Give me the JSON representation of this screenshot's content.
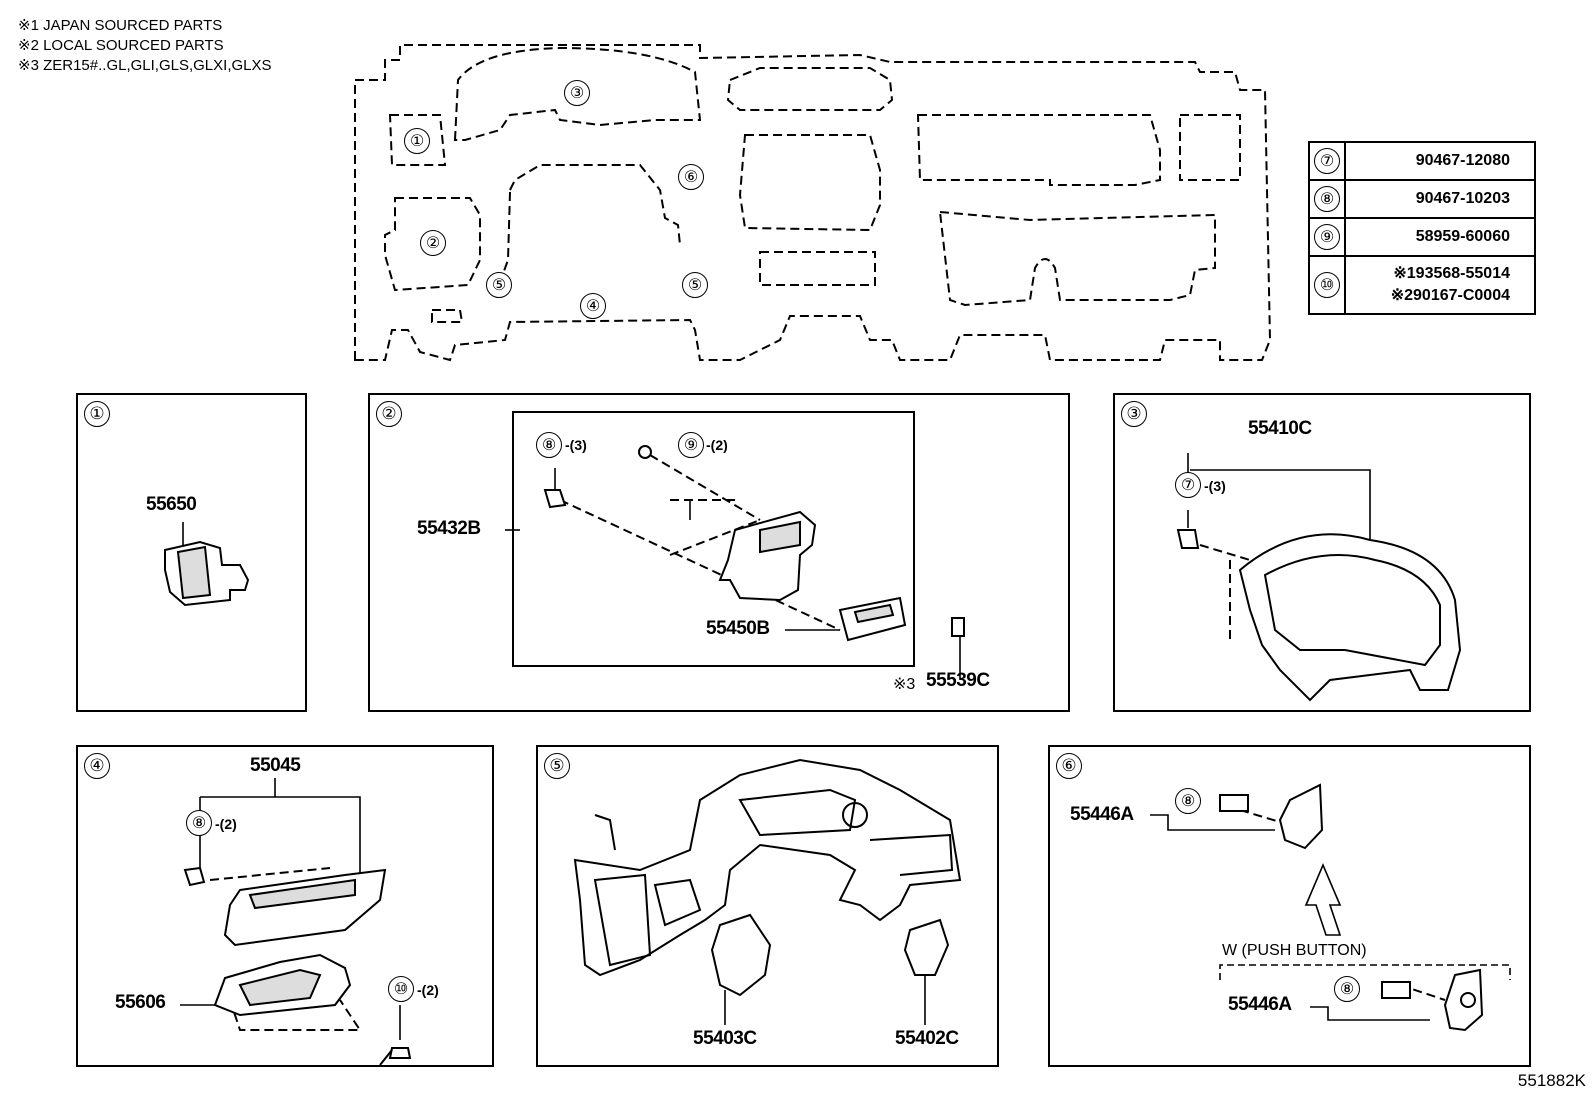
{
  "notes": [
    "※1 JAPAN SOURCED PARTS",
    "※2 LOCAL SOURCED PARTS",
    "※3 ZER15#..GL,GLI,GLS,GLXI,GLXS"
  ],
  "overview_callouts": [
    "①",
    "②",
    "③",
    "④",
    "⑤",
    "⑤",
    "⑥"
  ],
  "ref_table": [
    {
      "num": "⑦",
      "value": "90467-12080"
    },
    {
      "num": "⑧",
      "value": "90467-10203"
    },
    {
      "num": "⑨",
      "value": "58959-60060"
    },
    {
      "num": "⑩",
      "value_line1": "※193568-55014",
      "value_line2": "※290167-C0004"
    }
  ],
  "panels": {
    "p1": {
      "num": "①",
      "part": "55650"
    },
    "p2": {
      "num": "②",
      "part_main": "55432B",
      "c8": "⑧",
      "q8": "-(3)",
      "c9": "⑨",
      "q9": "-(2)",
      "part_box": "55450B",
      "note_mark": "※3",
      "part_clip": "55539C"
    },
    "p3": {
      "num": "③",
      "part": "55410C",
      "c7": "⑦",
      "q7": "-(3)"
    },
    "p4": {
      "num": "④",
      "part_top": "55045",
      "c8": "⑧",
      "q8": "-(2)",
      "part_lower": "55606",
      "c10": "⑩",
      "q10": "-(2)"
    },
    "p5": {
      "num": "⑤",
      "part_a": "55403C",
      "part_b": "55402C"
    },
    "p6": {
      "num": "⑥",
      "part_a": "55446A",
      "c8a": "⑧",
      "variant": "W (PUSH BUTTON)",
      "part_b": "55446A",
      "c8b": "⑧"
    }
  },
  "diagram_code": "551882K"
}
